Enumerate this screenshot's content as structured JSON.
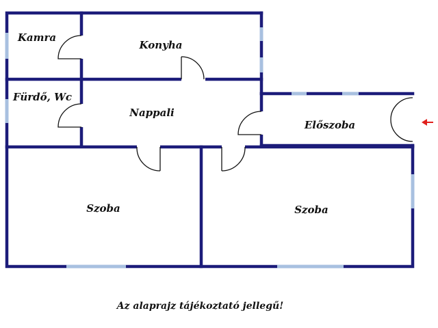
{
  "rooms": {
    "kamra": "Kamra",
    "konyha": "Konyha",
    "furdo": "Fürdő, Wc",
    "nappali": "Nappali",
    "eloszoba": "Előszoba",
    "szoba_left": "Szoba",
    "szoba_right": "Szoba"
  },
  "caption": "Az alaprajz tájékoztató jellegű!",
  "colors": {
    "wall": "#1c1c7a",
    "window": "#a8c0e0",
    "entrance_arrow": "#e0201c"
  },
  "icons": {
    "entrance": "entrance-arrow-icon"
  }
}
